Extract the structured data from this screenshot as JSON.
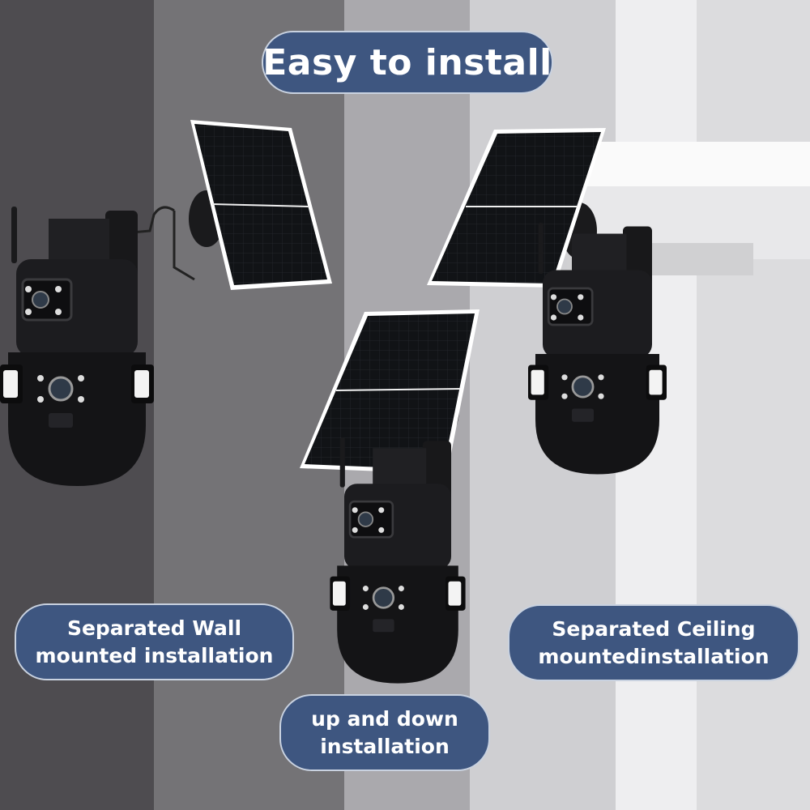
{
  "title": "Easy to install",
  "labels": {
    "wall": {
      "line1": "Separated Wall",
      "line2": "mounted installation"
    },
    "updown": {
      "line1": "up and down",
      "line2": "installation"
    },
    "ceiling": {
      "line1": "Separated Ceiling",
      "line2": "mountedinstallation"
    }
  },
  "colors": {
    "pill": "#3e5680",
    "stripes": [
      "#4e4c50",
      "#747376",
      "#aaa9ad",
      "#cfcfd2",
      "#eeeef0",
      "#e2e2e4",
      "#d4d4d6"
    ]
  },
  "icons": [
    "solar-panel-icon",
    "security-camera-icon",
    "ceiling-slab"
  ]
}
